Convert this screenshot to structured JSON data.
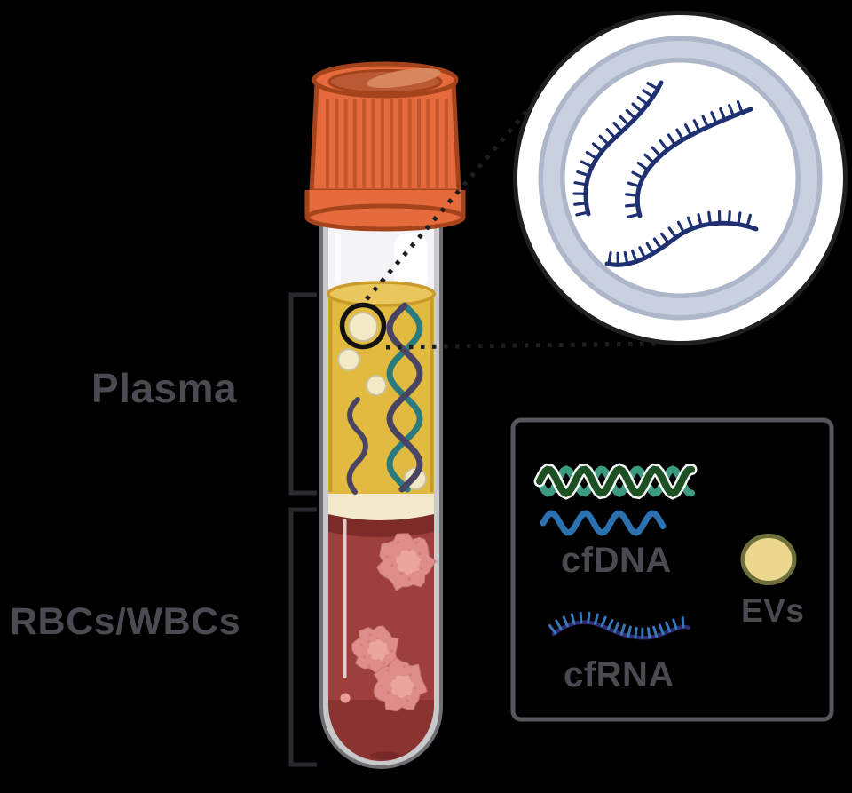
{
  "figure": {
    "title": "Blood tube liquid-biopsy diagram",
    "type": "scientific-illustration"
  },
  "labels": {
    "plasma": "Plasma",
    "rbcs_wbcs": "RBCs/WBCs",
    "cfdna": "cfDNA",
    "cfrna": "cfRNA",
    "evs": "EVs"
  },
  "icons": {
    "tube_cap": "orange-screw-cap",
    "magnifier_circle": "zoom-region-ring",
    "zoom_callout": "magnified-circle-view",
    "rna_strand": "ticked-rna-strand",
    "cfdna": "double-helix",
    "cfrna": "ticked-rna-strand",
    "evs": "vesicle-circle",
    "wbc": "bumpy-cell",
    "ev_particle": "cream-vesicle"
  },
  "colors": {
    "background": "#000000",
    "label_text": "#4A4A50",
    "bracket": "#2A2A2E",
    "cap_orange": "#E56B3C",
    "cap_outline": "#A5431C",
    "cap_rib": "#C2552B",
    "cap_top_inner": "#B95A35",
    "cap_top_highlight": "#D98A5F",
    "glass_wall": "#C9C9CC",
    "glass_outline": "#6F6F71",
    "glass_interior": "#F4F4F6",
    "glass_highlight": "#FFFFFF",
    "plasma_fill": "#E2BA3F",
    "plasma_surface": "#EAC75C",
    "plasma_edge": "#C89B2B",
    "buffy_coat": "#F3E9CD",
    "blood_red": "#9C3F3D",
    "blood_dark": "#7D2B29",
    "blood_bottom": "#8A3330",
    "blood_shadow": "#772927",
    "blood_sheen": "#F2DCD8",
    "blood_dot": "#EC9C96",
    "wbc_body": "#DE8D8B",
    "wbc_center": "#EBA49E",
    "wbc_speckle": "#C97876",
    "ev_fill": "#F2E9C6",
    "ev_stroke": "#CBC09A",
    "helix_teal": "#2A7A7E",
    "helix_slate": "#4A4464",
    "magnifier_ring": "#121212",
    "dotted_line": "#1E1E1E",
    "circle_outline": "#1F1F1F",
    "circle_fill": "#FFFFFF",
    "circle_band": "#AEB7CA",
    "circle_band_light": "#C9D1E1",
    "rna_navy": "#1F3070",
    "legend_border": "#55555A",
    "dna_green_dark": "#1C4F22",
    "dna_green_teal": "#3B9A80",
    "wave_blue": "#2B71B0",
    "rna_backbone": "#2B2B6E",
    "rna_ticks": "#3879BD",
    "legend_ev_fill": "#EBD78D",
    "legend_ev_stroke": "#6F6F3B"
  }
}
